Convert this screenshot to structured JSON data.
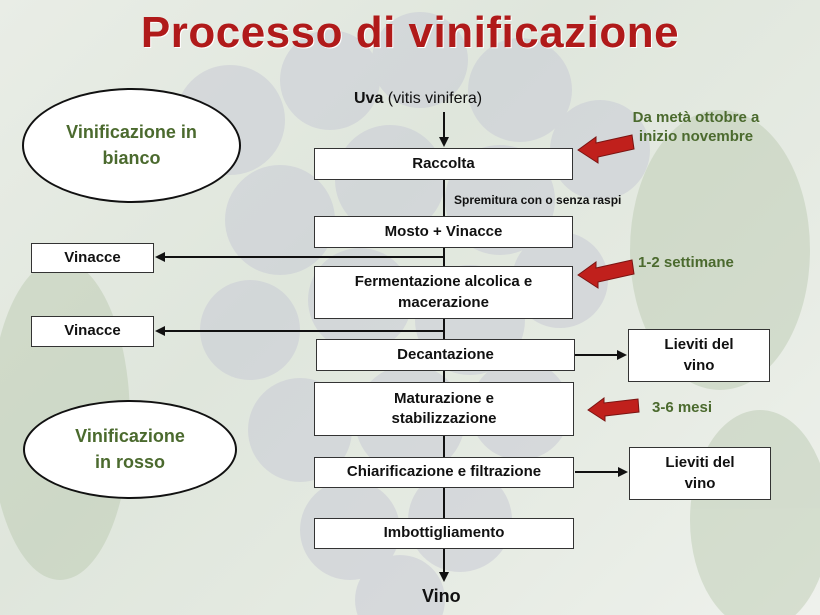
{
  "title": "Processo di vinificazione",
  "start": {
    "bold": "Uva",
    "rest": " (vitis vinifera)"
  },
  "end": "Vino",
  "steps": [
    "Raccolta",
    "Mosto + Vinacce",
    "Fermentazione alcolica e macerazione",
    "Decantazione",
    "Maturazione e stabilizzazione",
    "Chiarificazione e filtrazione",
    "Imbottigliamento"
  ],
  "step_annotation": "Spremitura con o senza raspi",
  "side_outputs": {
    "vinacce_1": "Vinacce",
    "vinacce_2": "Vinacce",
    "lieviti_1": "Lieviti del vino",
    "lieviti_2": "Lieviti del vino"
  },
  "ellipses": {
    "bianco": "Vinificazione in bianco",
    "rosso": "Vinificazione in rosso"
  },
  "notes": {
    "raccolta_time": "Da metà ottobre a inizio novembre",
    "fermentazione_time": "1-2 settimane",
    "maturazione_time": "3-6 mesi"
  },
  "colors": {
    "title": "#b01a1a",
    "note_text": "#4b6a2e",
    "arrow_red": "#c0201c"
  }
}
